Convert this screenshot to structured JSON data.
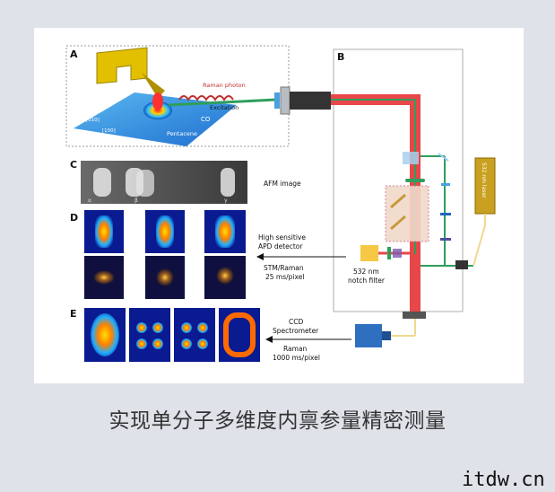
{
  "panels": {
    "a": "A",
    "b": "B",
    "c": "C",
    "d": "D",
    "e": "E"
  },
  "panel_a": {
    "raman_photon": "Raman photon",
    "excitation": "Excitation",
    "co": "CO",
    "pentacene": "Pentacene",
    "axis_x": "[010]",
    "axis_y": "[100]"
  },
  "panel_c": {
    "label": "AFM image",
    "sublabels": [
      "α",
      "β",
      "γ"
    ]
  },
  "panel_d": {
    "apd_label_1": "High sensitive",
    "apd_label_2": "APD detector",
    "raman_label_1": "STM/Raman",
    "raman_label_2": "25 ms/pixel",
    "filter_label_1": "532 nm",
    "filter_label_2": "notch filter"
  },
  "panel_e": {
    "ccd_label_1": "CCD",
    "ccd_label_2": "Spectrometer",
    "raman_label_1": "Raman",
    "raman_label_2": "1000 ms/pixel"
  },
  "laser": {
    "label": "532 nm laser"
  },
  "caption": "实现单分子多维度内禀参量精密测量",
  "watermark": "itdw.cn",
  "colors": {
    "laser_red": "#e8474a",
    "beam_green": "#2f9e5b",
    "gold": "#c9a01f",
    "tip_yellow": "#e2c000"
  }
}
